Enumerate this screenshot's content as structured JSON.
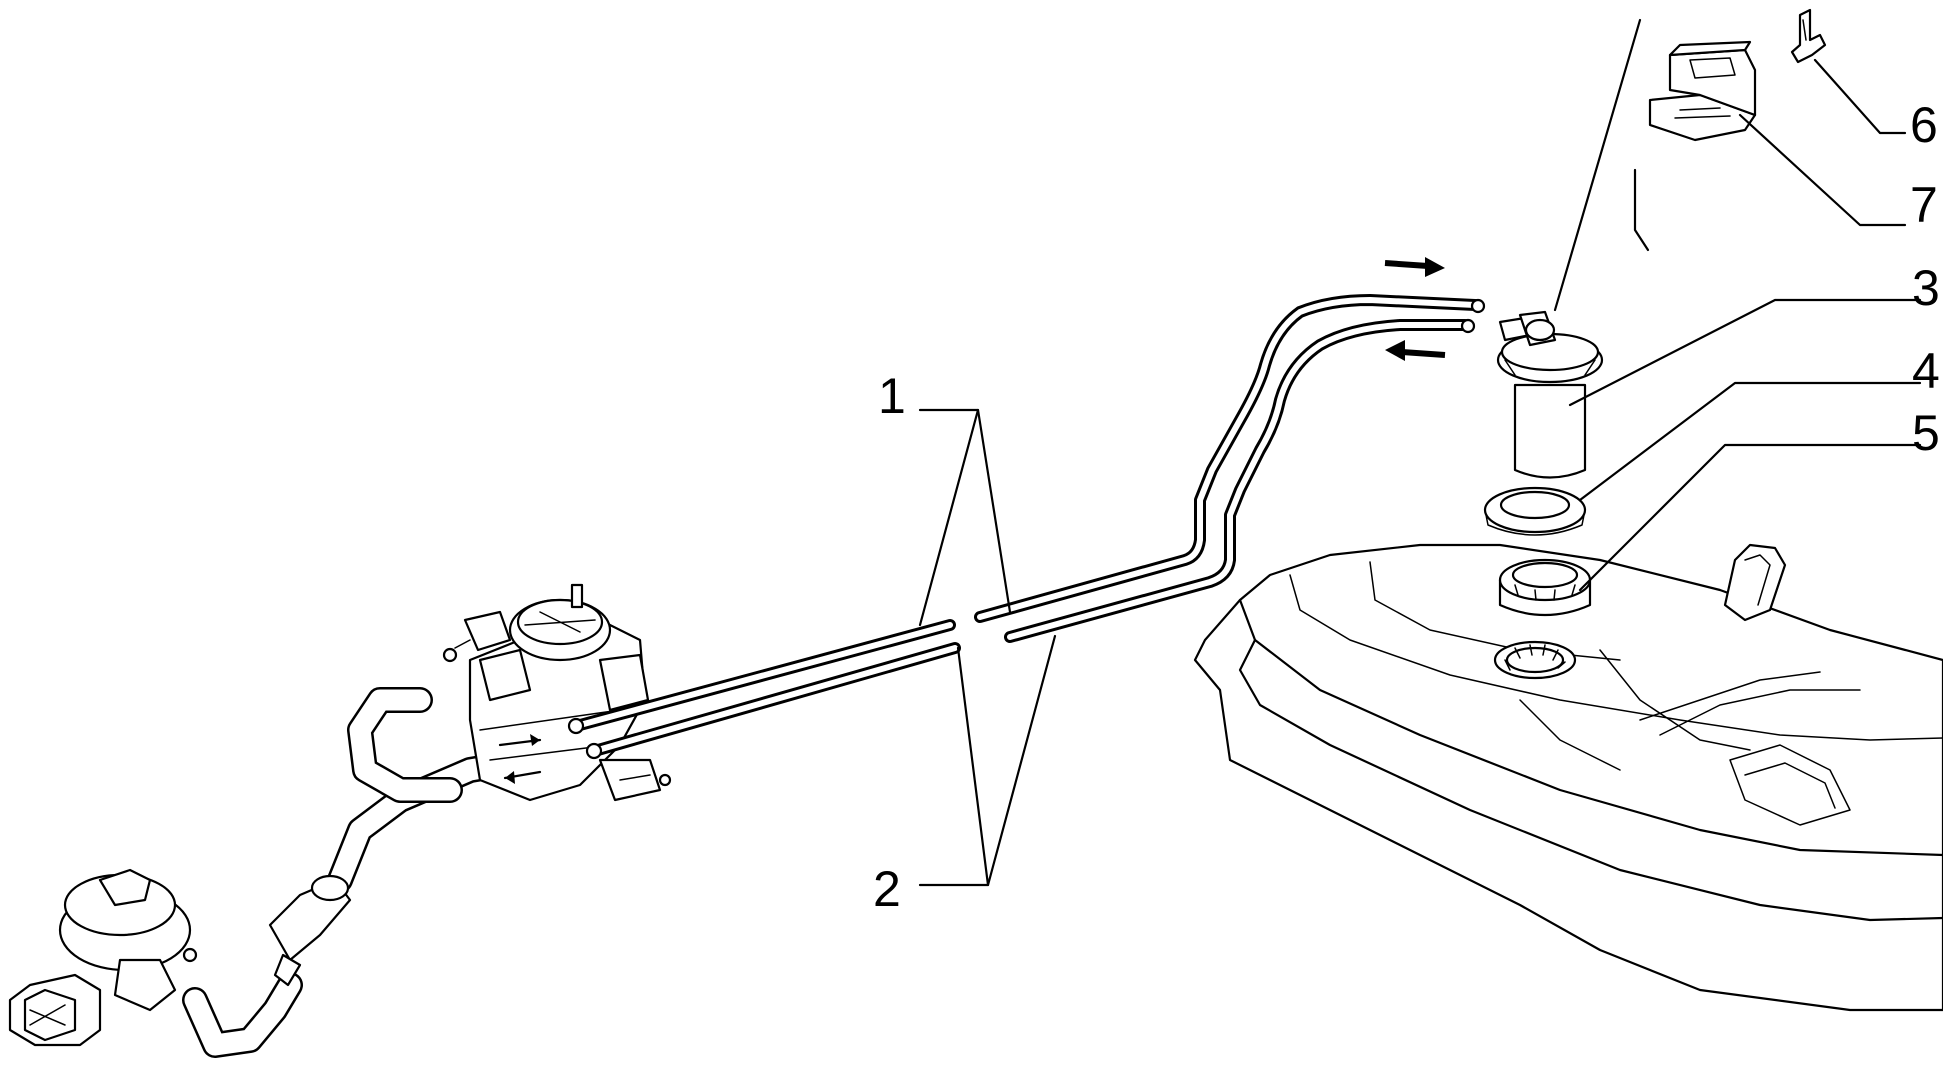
{
  "callouts": {
    "c1": "1",
    "c2": "2",
    "c3": "3",
    "c4": "4",
    "c5": "5",
    "c6": "6",
    "c7": "7"
  },
  "icons": [
    "flow-arrow-icon"
  ],
  "colors": {
    "line": "#000000",
    "background": "#ffffff"
  }
}
